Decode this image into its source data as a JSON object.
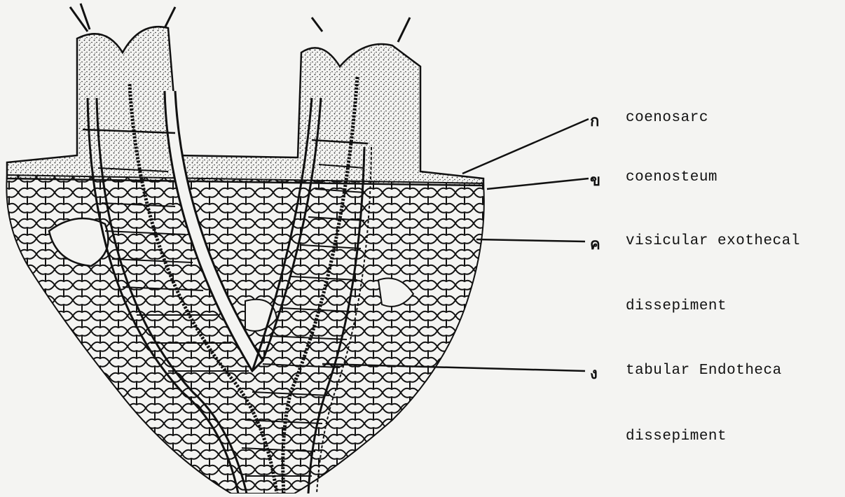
{
  "labels": [
    {
      "marker": "ก",
      "text": "coenosarc"
    },
    {
      "marker": "ข",
      "text": "coenosteum"
    },
    {
      "marker": "ค",
      "text": "visicular exothecal"
    },
    {
      "marker": "",
      "text": "dissepiment"
    },
    {
      "marker": "ง",
      "text": "tabular Endotheca"
    },
    {
      "marker": "",
      "text": "dissepiment"
    }
  ],
  "colors": {
    "ink": "#111111",
    "paper": "#f4f4f2"
  }
}
